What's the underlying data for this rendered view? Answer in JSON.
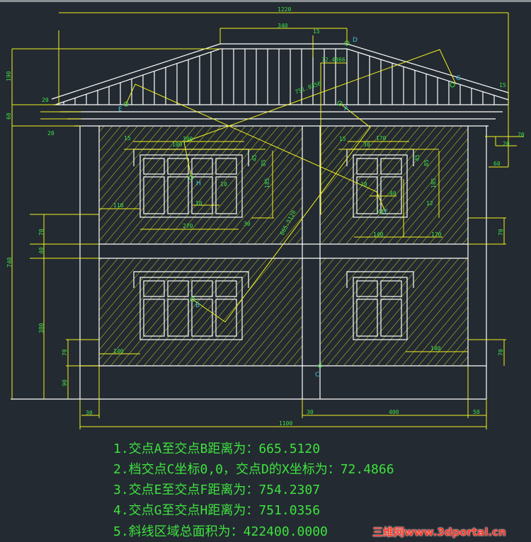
{
  "colors": {
    "background": "#232a31",
    "geometry": "#ffffff",
    "dimension": "#f2f21e",
    "dim_text": "#3ee04a",
    "point_label": "#3ec8e0",
    "question_text": "#3ee23e"
  },
  "dimensions": {
    "overall_width_top": "1220",
    "ridge_width": "340",
    "ridge_thk": "15",
    "d_x": "72.4866",
    "gh_len": "751.0356",
    "eave_left_20a": "20",
    "eave_left_20b": "20",
    "roof_h": "190",
    "eave_h": "60",
    "eave_r_15": "15",
    "eave_r_20a": "20",
    "eave_r_20b": "20",
    "eave_r_60": "60",
    "win1_15": "15",
    "win1_300": "300",
    "win1_100": "100",
    "win1_45": "45",
    "win1_85": "85",
    "win1_10a": "10",
    "win1_10b": "10",
    "win1_185": "185",
    "win1_110": "110",
    "win1_270": "270",
    "win1_30": "30",
    "win2_15": "15",
    "win2_170": "170",
    "win2_30": "30",
    "win2_45": "45",
    "win2_85": "85",
    "win2_185": "185",
    "win2_10": "10",
    "win2_40": "40",
    "win2_12": "12",
    "win2_140": "140",
    "win2_170b": "170",
    "ef_len": "665.5120",
    "left_70": "70",
    "left_40": "40",
    "total_h": "740",
    "lower_h": "380",
    "base_70": "70",
    "base_90": "90",
    "right_70a": "70",
    "right_70b": "70",
    "low_140a": "140",
    "low_140b": "140",
    "bot_30a": "30",
    "bot_30b": "30",
    "bot_400": "400",
    "bot_50": "50",
    "total_w": "1100"
  },
  "points": {
    "A": "A",
    "B": "B",
    "C": "C",
    "D": "D",
    "E": "E",
    "F": "F",
    "G": "G",
    "H": "H"
  },
  "questions": [
    "1.交点A至交点B距离为：665.5120",
    "2.档交点C坐标0,0，交点D的X坐标为：72.4866",
    "3.交点E至交点F距离为：754.2307",
    "4.交点G至交点H距离为：751.0356",
    "5.斜线区域总面积为：422400.0000"
  ],
  "watermark": "三维网www.3dportal.cn"
}
